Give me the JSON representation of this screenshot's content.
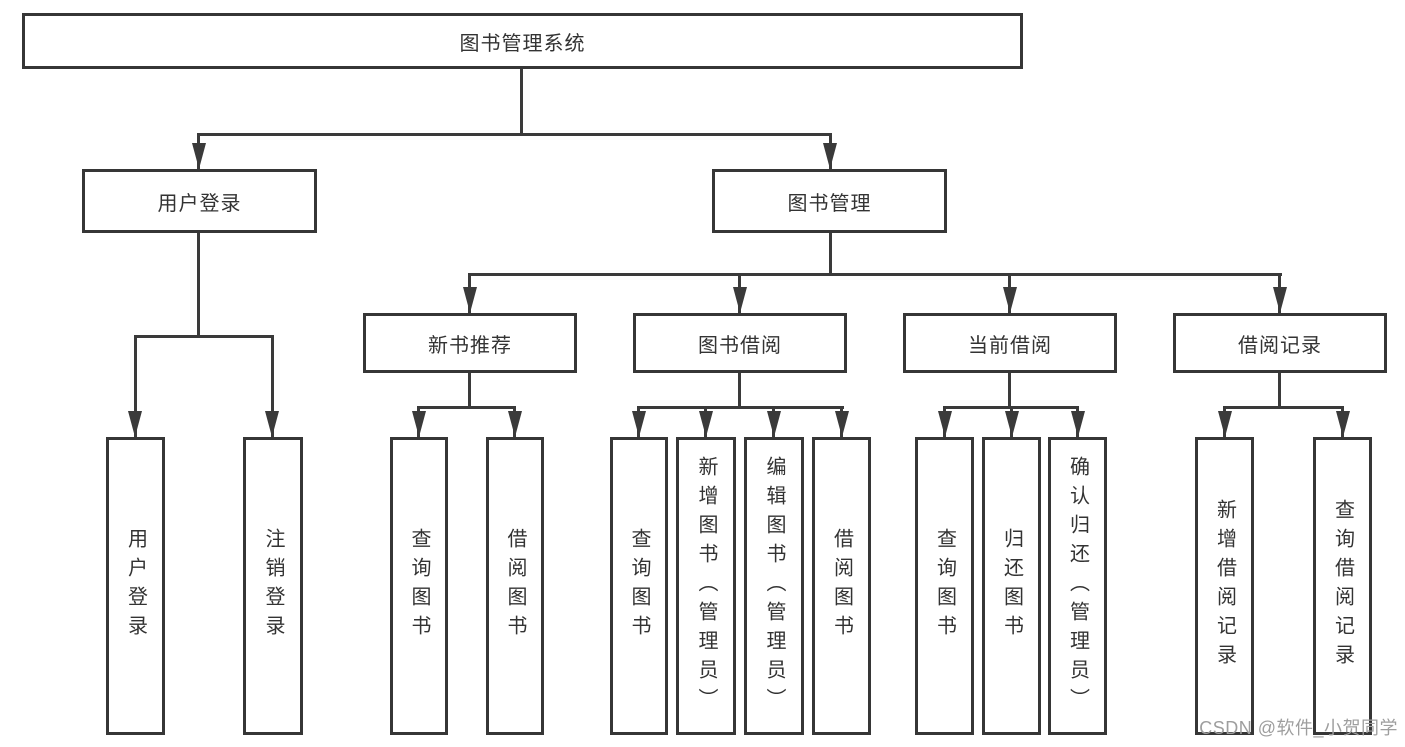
{
  "tree": {
    "root": "图书管理系统",
    "branches": [
      {
        "label": "用户登录",
        "leaves": [
          "用户登录",
          "注销登录"
        ]
      },
      {
        "label": "图书管理",
        "groups": [
          {
            "label": "新书推荐",
            "leaves": [
              "查询图书",
              "借阅图书"
            ]
          },
          {
            "label": "图书借阅",
            "leaves": [
              "查询图书",
              "新增图书（管理员）",
              "编辑图书（管理员）",
              "借阅图书"
            ]
          },
          {
            "label": "当前借阅",
            "leaves": [
              "查询图书",
              "归还图书",
              "确认归还（管理员）"
            ]
          },
          {
            "label": "借阅记录",
            "leaves": [
              "新增借阅记录",
              "查询借阅记录"
            ]
          }
        ]
      }
    ]
  },
  "watermark": {
    "text": "CSDN @软件_小贺同学"
  },
  "colors": {
    "line": "#3a3a3a",
    "text": "#333333",
    "watermark": "#9e9e9e",
    "background": "#ffffff"
  }
}
